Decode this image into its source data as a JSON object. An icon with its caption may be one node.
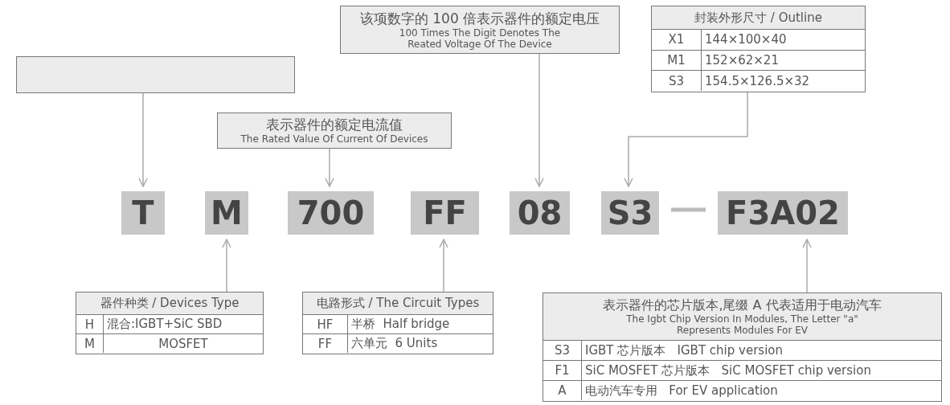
{
  "diagram": {
    "nodes": [
      {
        "text": [
          "该项数字的 100 倍表示器件的额定电压",
          "100 Times The Digit Denotes The Reated Voltage Of The Device"
        ]
      },
      {
        "text": [
          "封装外形尺寸 / Outline",
          "X1",
          "144×100×40",
          "M1",
          "152×62×21",
          "S3",
          "154.5×126.5×32"
        ]
      },
      {
        "text": [],
        "shape": "box"
      },
      {
        "text": [
          "表示器件的额定电流值",
          "The Rated Value Of Current Of Devices"
        ]
      },
      {
        "text": [
          "T"
        ]
      },
      {
        "text": [
          "M"
        ]
      },
      {
        "text": [
          "700"
        ]
      },
      {
        "text": [
          "FF"
        ]
      },
      {
        "text": [
          "08"
        ]
      },
      {
        "text": [
          "S3"
        ]
      },
      {
        "text": [
          "F3A02"
        ]
      },
      {
        "text": [
          "器件种类 / Devices Type",
          "H",
          "混合:IGBT+SiC SBD",
          "M",
          "MOSFET"
        ]
      },
      {
        "text": [
          "电路形式 / The Circuit Types",
          "HF",
          "半桥  Half bridge",
          "FF",
          "六单元  6 Units"
        ]
      },
      {
        "text": [
          "表示器件的芯片版本,尾缀 A 代表适用于电动汽车",
          "The Igbt Chip Version In Modules, The Letter \"a\" Represents Modules For EV",
          "S3",
          "IGBT 芯片版本   IGBT chip version",
          "F1",
          "SiC MOSFET 芯片版本   SiC MOSFET chip version",
          "A",
          "电动汽车专用   For EV application"
        ]
      }
    ],
    "edges": [
      {
        "from": 2,
        "to": 4,
        "arrow": "to"
      },
      {
        "from": 3,
        "to": 6,
        "arrow": "to"
      },
      {
        "from": 0,
        "to": 8,
        "arrow": "to"
      },
      {
        "from": 1,
        "to": 9,
        "arrow": "to"
      },
      {
        "from": 9,
        "to": 10,
        "arrow": "none",
        "style": "thick"
      },
      {
        "from": 11,
        "to": 5,
        "arrow": "to"
      },
      {
        "from": 12,
        "to": 7,
        "arrow": "to"
      },
      {
        "from": 13,
        "to": 10,
        "arrow": "to"
      }
    ]
  }
}
